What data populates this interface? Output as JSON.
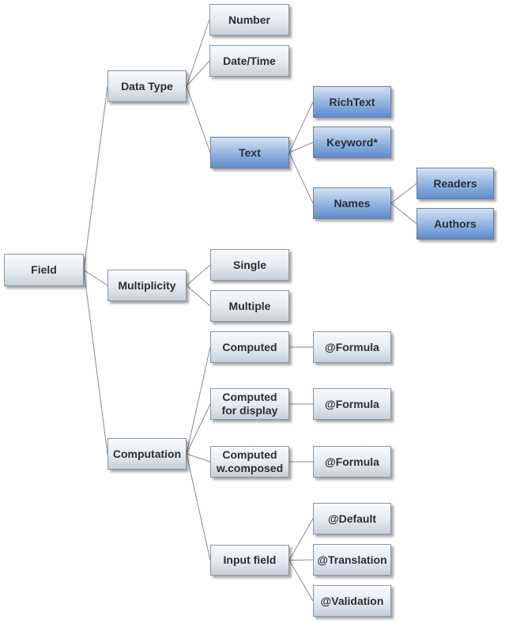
{
  "diagram": {
    "type": "tree",
    "colors": {
      "gray_node": "#e6ecf2",
      "blue_node": "#7fa3d7",
      "edge": "#8a8a8a",
      "text": "#2b2f36"
    },
    "nodes": [
      {
        "id": "field",
        "label": "Field",
        "style": "gray",
        "parent": null
      },
      {
        "id": "data-type",
        "label": "Data Type",
        "style": "gray",
        "parent": "field"
      },
      {
        "id": "multiplicity",
        "label": "Multiplicity",
        "style": "gray",
        "parent": "field"
      },
      {
        "id": "computation",
        "label": "Computation",
        "style": "gray",
        "parent": "field"
      },
      {
        "id": "number",
        "label": "Number",
        "style": "gray",
        "parent": "data-type"
      },
      {
        "id": "date-time",
        "label": "Date/Time",
        "style": "gray",
        "parent": "data-type"
      },
      {
        "id": "text",
        "label": "Text",
        "style": "blue",
        "parent": "data-type"
      },
      {
        "id": "richtext",
        "label": "RichText",
        "style": "blue",
        "parent": "text"
      },
      {
        "id": "keyword",
        "label": "Keyword*",
        "style": "blue",
        "parent": "text"
      },
      {
        "id": "names",
        "label": "Names",
        "style": "blue",
        "parent": "text"
      },
      {
        "id": "readers",
        "label": "Readers",
        "style": "blue",
        "parent": "names"
      },
      {
        "id": "authors",
        "label": "Authors",
        "style": "blue",
        "parent": "names"
      },
      {
        "id": "single",
        "label": "Single",
        "style": "gray",
        "parent": "multiplicity"
      },
      {
        "id": "multiple",
        "label": "Multiple",
        "style": "gray",
        "parent": "multiplicity"
      },
      {
        "id": "computed",
        "label": "Computed",
        "style": "gray",
        "parent": "computation"
      },
      {
        "id": "computed-disp",
        "label": "Computed\nfor display",
        "style": "gray",
        "parent": "computation"
      },
      {
        "id": "computed-comp",
        "label": "Computed\nw.composed",
        "style": "gray",
        "parent": "computation"
      },
      {
        "id": "input-field",
        "label": "Input field",
        "style": "gray",
        "parent": "computation"
      },
      {
        "id": "formula-1",
        "label": "@Formula",
        "style": "gray",
        "parent": "computed"
      },
      {
        "id": "formula-2",
        "label": "@Formula",
        "style": "gray",
        "parent": "computed-disp"
      },
      {
        "id": "formula-3",
        "label": "@Formula",
        "style": "gray",
        "parent": "computed-comp"
      },
      {
        "id": "default",
        "label": "@Default",
        "style": "gray",
        "parent": "input-field"
      },
      {
        "id": "translation",
        "label": "@Translation",
        "style": "gray",
        "parent": "input-field"
      },
      {
        "id": "validation",
        "label": "@Validation",
        "style": "gray",
        "parent": "input-field"
      }
    ]
  }
}
